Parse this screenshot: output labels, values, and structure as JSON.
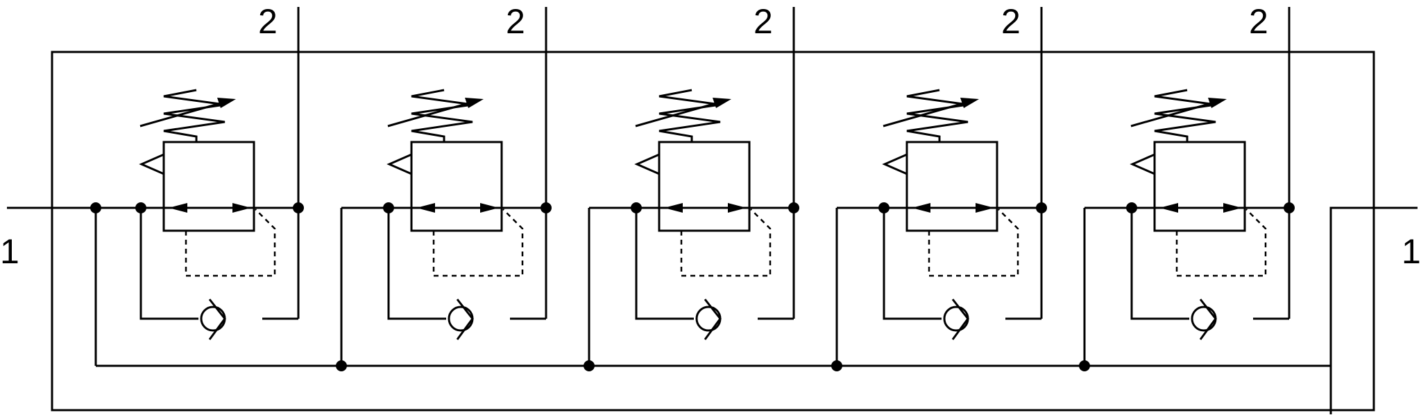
{
  "diagram": {
    "inlet_left_label": "1",
    "inlet_right_label": "1",
    "units": [
      {
        "outlet_label": "2"
      },
      {
        "outlet_label": "2"
      },
      {
        "outlet_label": "2"
      },
      {
        "outlet_label": "2"
      },
      {
        "outlet_label": "2"
      }
    ],
    "colors": {
      "line": "#000000",
      "background": "#ffffff"
    }
  }
}
